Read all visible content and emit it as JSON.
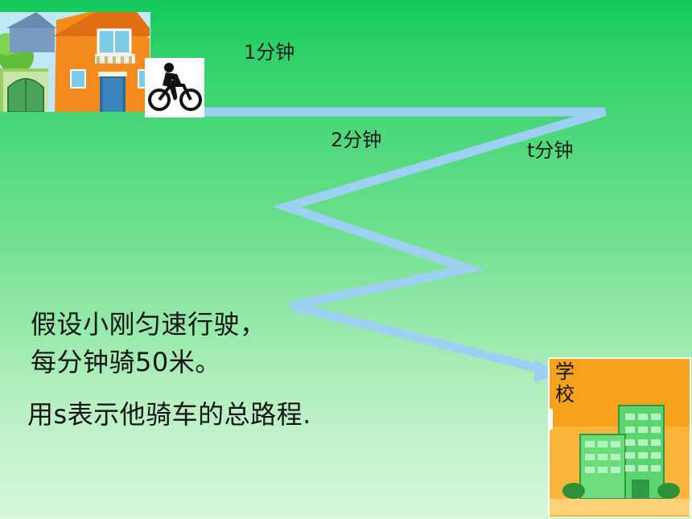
{
  "labels": {
    "minute1": "1分钟",
    "minute2": "2分钟",
    "minute_t": "t分钟"
  },
  "school": {
    "char1": "学",
    "char2": "校"
  },
  "text": {
    "line1": "假设小刚匀速行驶，",
    "line2": "每分钟骑50米。",
    "line3": "用s表示他骑车的总路程."
  },
  "colors": {
    "path": "#9ed0f4",
    "house_orange": "#f28a1e",
    "school_bg": "#f7a21c",
    "building_green": "#5cd56e"
  },
  "icons": {
    "house": "house-illustration",
    "cyclist": "cyclist-icon",
    "school": "school-building-illustration"
  }
}
